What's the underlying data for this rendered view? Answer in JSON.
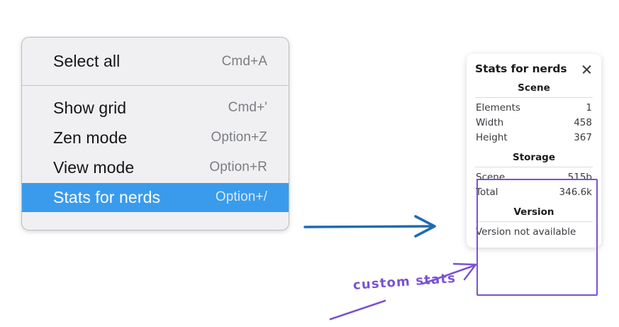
{
  "context_menu": {
    "name": "canvas-context-menu",
    "sections": [
      {
        "items": [
          {
            "label": "Select all",
            "shortcut": "Cmd+A",
            "selected": false
          }
        ]
      },
      {
        "items": [
          {
            "label": "Show grid",
            "shortcut": "Cmd+'",
            "selected": false
          },
          {
            "label": "Zen mode",
            "shortcut": "Option+Z",
            "selected": false
          },
          {
            "label": "View mode",
            "shortcut": "Option+R",
            "selected": false
          },
          {
            "label": "Stats for nerds",
            "shortcut": "Option+/",
            "selected": true
          }
        ]
      }
    ]
  },
  "stats_panel": {
    "title": "Stats for nerds",
    "close_icon": "close-icon",
    "sections": [
      {
        "heading": "Scene",
        "rows": [
          {
            "key": "Elements",
            "value": "1"
          },
          {
            "key": "Width",
            "value": "458"
          },
          {
            "key": "Height",
            "value": "367"
          }
        ]
      },
      {
        "heading": "Storage",
        "rows": [
          {
            "key": "Scene",
            "value": "515b"
          },
          {
            "key": "Total",
            "value": "346.6k"
          }
        ]
      },
      {
        "heading": "Version",
        "plain": "Version not available"
      }
    ]
  },
  "annotations": {
    "custom_stats_label": "custom stats",
    "blue_arrow": "arrow-right-icon",
    "purple_arrow": "arrow-up-right-icon",
    "colors": {
      "purple": "#7a52d4",
      "blue": "#1f6cb0",
      "menu_highlight": "#3a9bec"
    }
  }
}
